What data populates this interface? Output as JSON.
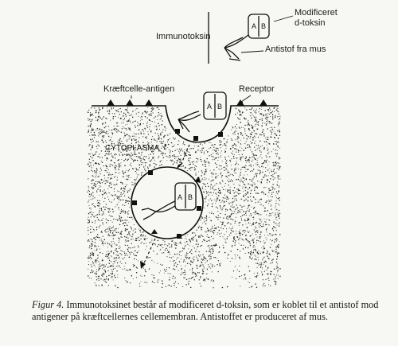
{
  "diagram": {
    "inset": {
      "title": "Immunotoksin",
      "label_toxin_line1": "Modificeret",
      "label_toxin_line2": "d-toksin",
      "label_antibody": "Antistof fra mus"
    },
    "cell": {
      "label_antigen": "Kræftcelle-antigen",
      "label_receptor": "Receptor",
      "label_cytoplasm": "CYTOPLASMA"
    },
    "toxin_subunits": {
      "a": "A",
      "b": "B"
    }
  },
  "caption": {
    "figure_label": "Figur 4.",
    "text": "Immunotoksinet består af modificeret d-toksin, som er koblet til et antistof mod antigener på kræftcellernes cellemembran. Antistoffet er produceret af mus."
  }
}
